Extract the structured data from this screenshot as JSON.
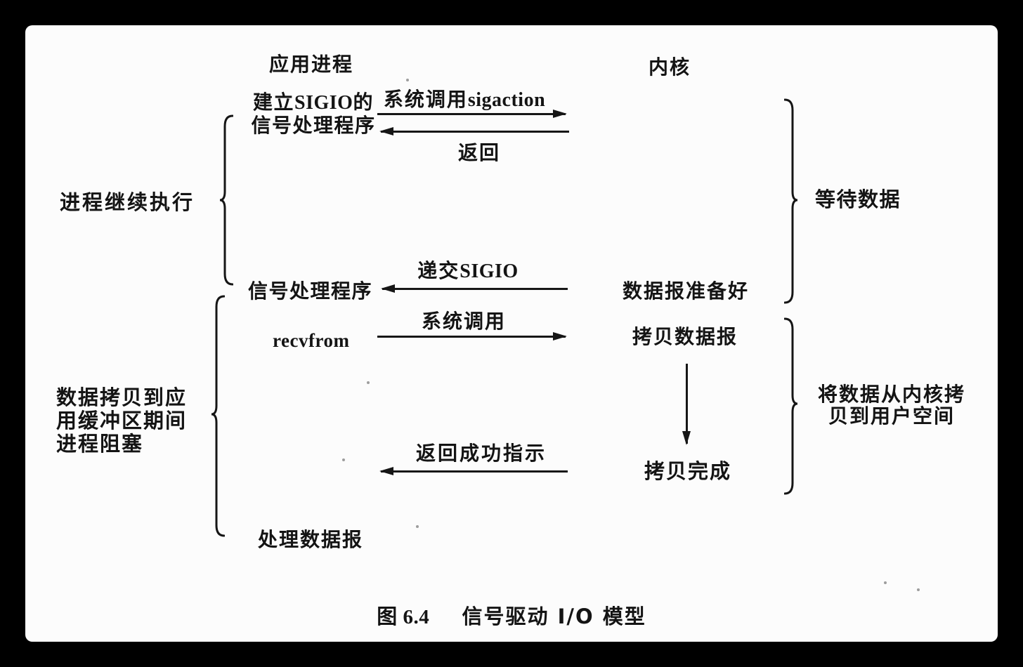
{
  "colors": {
    "frame": "#000000",
    "paper": "#fcfcfc",
    "ink": "#141414"
  },
  "headers": {
    "application_process": "应用进程",
    "kernel": "内核"
  },
  "app_column": {
    "setup_sigio_prefix": "建立",
    "setup_sigio_latin": "SIGIO",
    "setup_sigio_suffix": "的",
    "setup_sigio_line2": "信号处理程序",
    "signal_handler": "信号处理程序",
    "recvfrom": "recvfrom",
    "process_datagram": "处理数据报"
  },
  "kernel_column": {
    "datagram_ready": "数据报准备好",
    "copy_datagram": "拷贝数据报",
    "copy_complete": "拷贝完成"
  },
  "arrows": {
    "sigaction_call_zh": "系统调用",
    "sigaction_call_latin": "sigaction",
    "return_label": "返回",
    "deliver_sigio_zh": "递交",
    "deliver_sigio_latin": "SIGIO",
    "system_call": "系统调用",
    "return_success": "返回成功指示"
  },
  "braces": {
    "process_continues": "进程继续执行",
    "blocked_line1": "数据拷贝到应",
    "blocked_line2": "用缓冲区期间",
    "blocked_line3": "进程阻塞",
    "wait_for_data": "等待数据",
    "copy_kernel_line1": "将数据从内核拷",
    "copy_kernel_line2": "贝到用户空间"
  },
  "caption": {
    "number": "图 6.4",
    "title": "信号驱动 I/O 模型"
  }
}
